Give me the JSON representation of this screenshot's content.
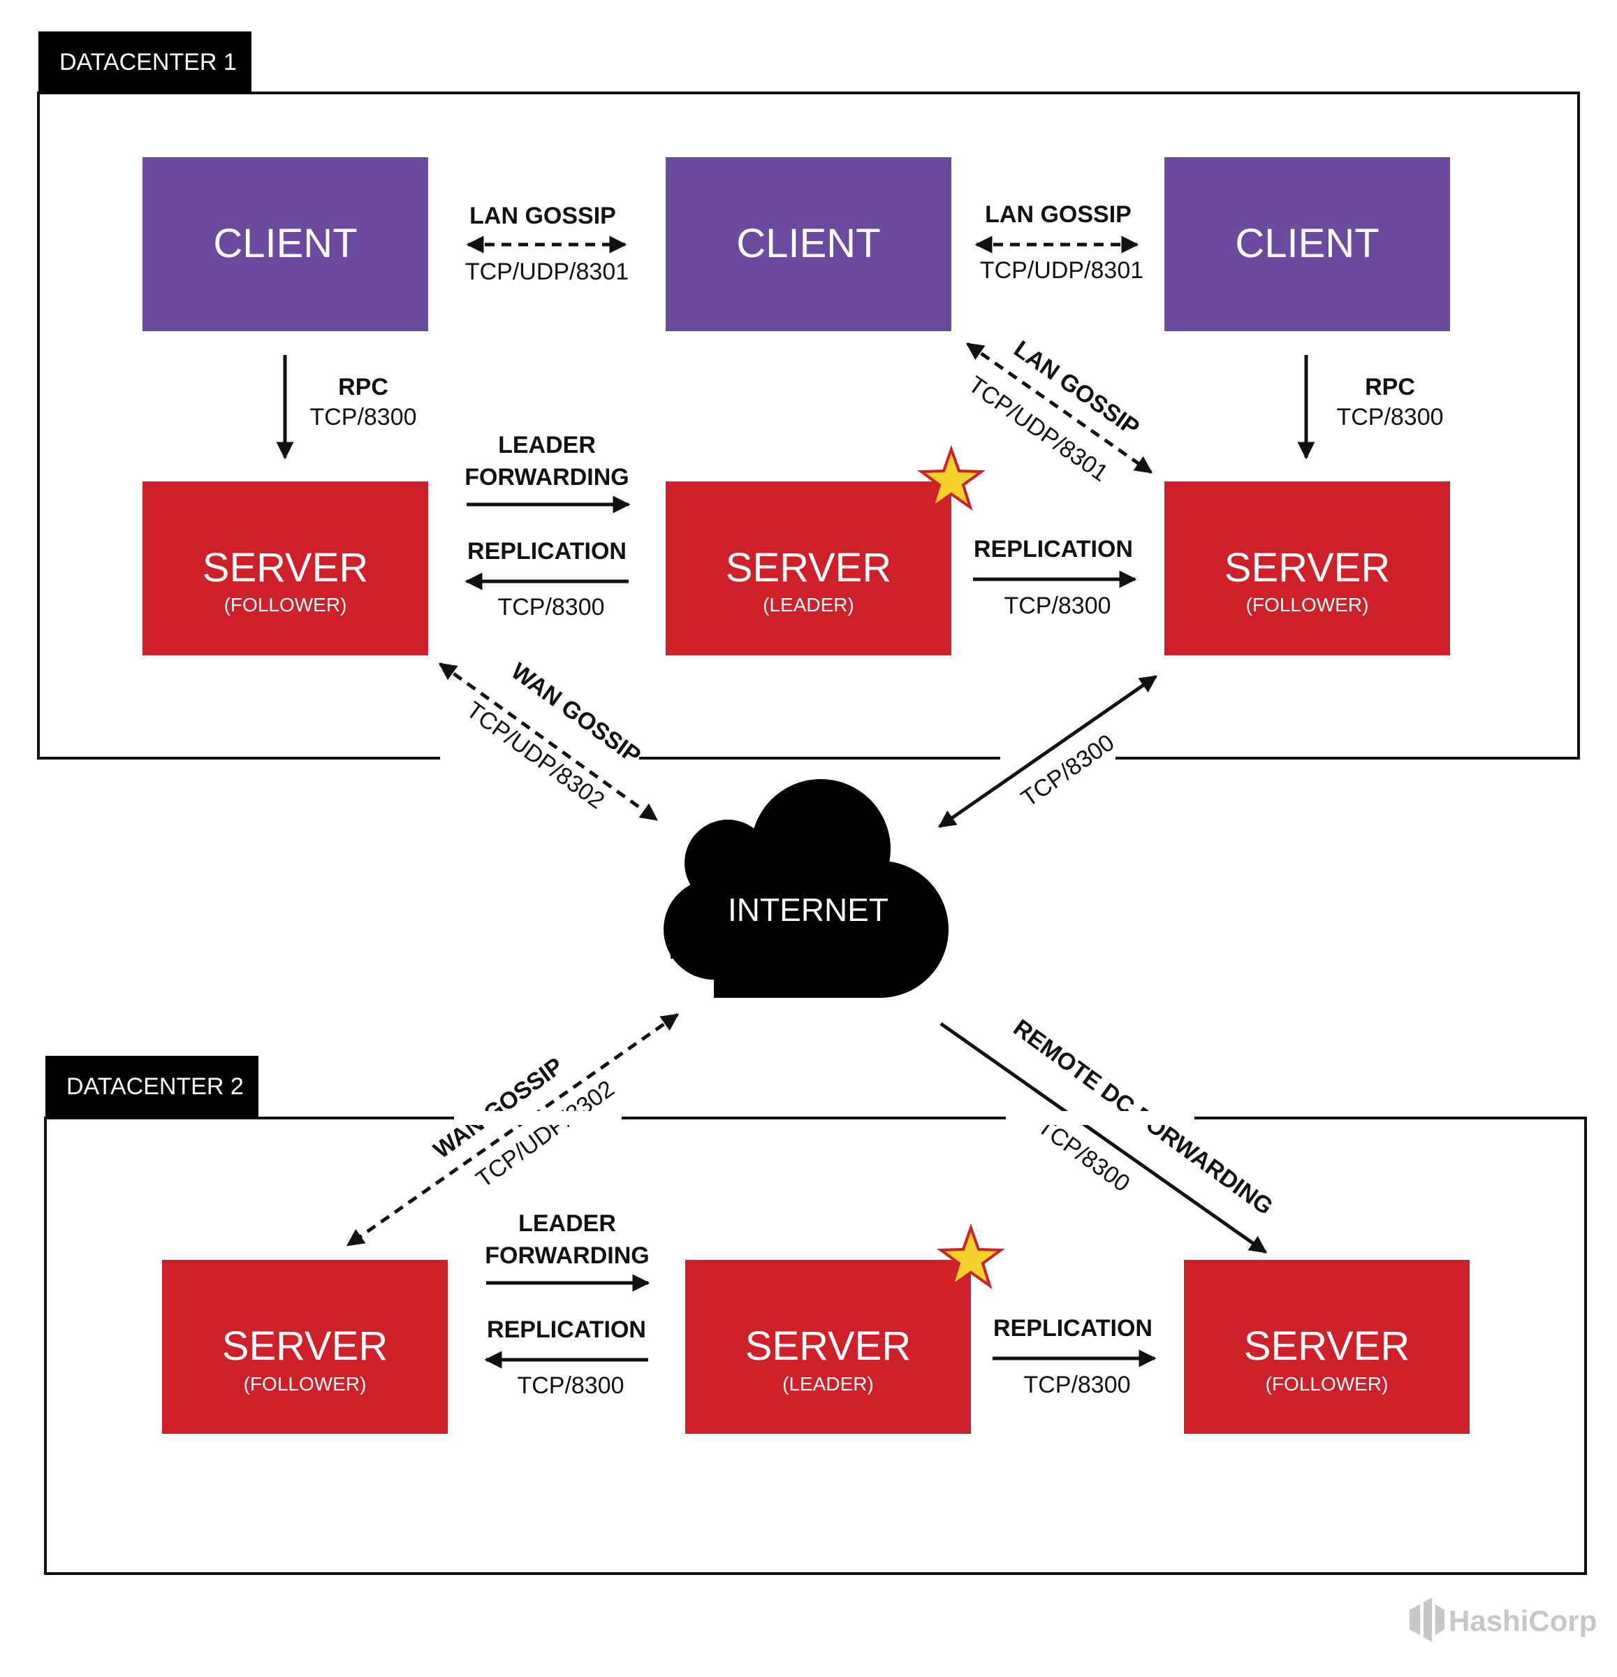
{
  "colors": {
    "client": "#6b4aa0",
    "server": "#cf2029",
    "leader_star": "#f4d22a",
    "line": "#111111",
    "logo": "#c7c7c7"
  },
  "datacenter1": {
    "tab_label": "DATACENTER 1",
    "clients": [
      "CLIENT",
      "CLIENT",
      "CLIENT"
    ],
    "servers": [
      {
        "title": "SERVER",
        "role": "(FOLLOWER)"
      },
      {
        "title": "SERVER",
        "role": "(LEADER)"
      },
      {
        "title": "SERVER",
        "role": "(FOLLOWER)"
      }
    ],
    "lan_gossip_left": {
      "name": "LAN GOSSIP",
      "port": "TCP/UDP/8301"
    },
    "lan_gossip_right": {
      "name": "LAN GOSSIP",
      "port": "TCP/UDP/8301"
    },
    "lan_gossip_diag": {
      "name": "LAN GOSSIP",
      "port": "TCP/UDP/8301"
    },
    "rpc_left": {
      "name": "RPC",
      "port": "TCP/8300"
    },
    "rpc_right": {
      "name": "RPC",
      "port": "TCP/8300"
    },
    "leader_forwarding": {
      "line1": "LEADER",
      "line2": "FORWARDING"
    },
    "replication_left": {
      "name": "REPLICATION",
      "port": "TCP/8300"
    },
    "replication_right": {
      "name": "REPLICATION",
      "port": "TCP/8300"
    }
  },
  "internet": {
    "label": "INTERNET",
    "wan_gossip_dc1": {
      "name": "WAN GOSSIP",
      "port": "TCP/UDP/8302"
    },
    "tcp_dc1": "TCP/8300",
    "wan_gossip_dc2": {
      "name": "WAN GOSSIP",
      "port": "TCP/UDP/8302"
    },
    "remote_dc_forwarding": {
      "name": "REMOTE DC FORWARDING",
      "port": "TCP/8300"
    }
  },
  "datacenter2": {
    "tab_label": "DATACENTER 2",
    "servers": [
      {
        "title": "SERVER",
        "role": "(FOLLOWER)"
      },
      {
        "title": "SERVER",
        "role": "(LEADER)"
      },
      {
        "title": "SERVER",
        "role": "(FOLLOWER)"
      }
    ],
    "leader_forwarding": {
      "line1": "LEADER",
      "line2": "FORWARDING"
    },
    "replication_left": {
      "name": "REPLICATION",
      "port": "TCP/8300"
    },
    "replication_right": {
      "name": "REPLICATION",
      "port": "TCP/8300"
    }
  },
  "logo": {
    "text": "HashiCorp"
  }
}
